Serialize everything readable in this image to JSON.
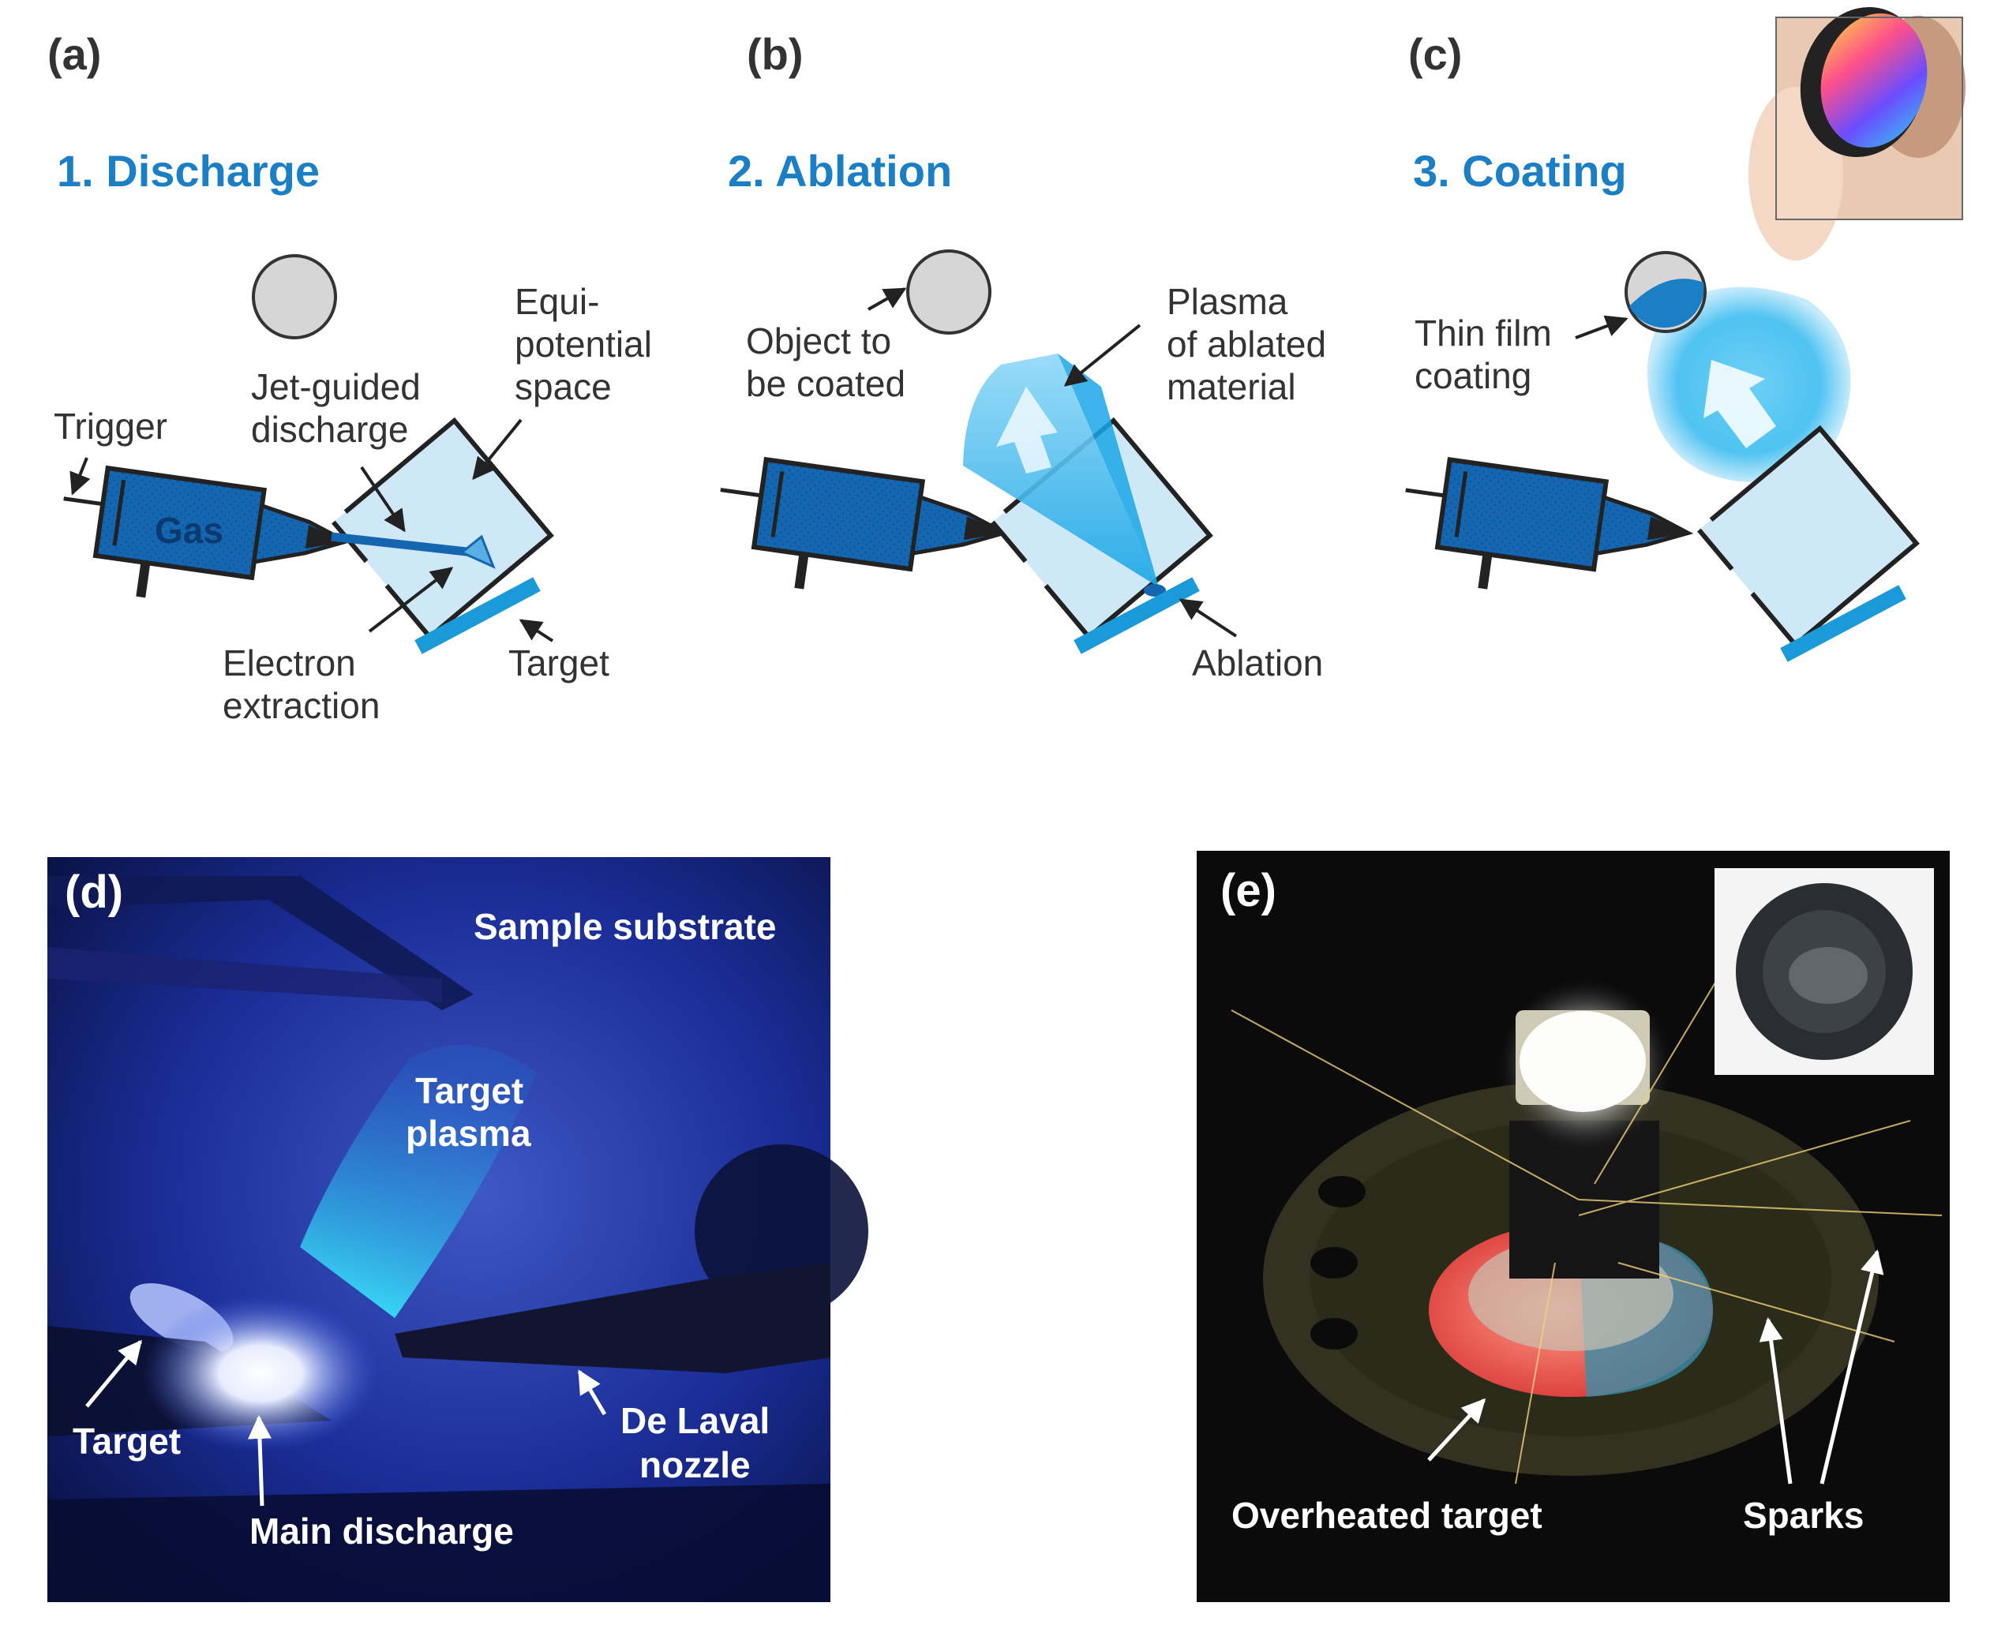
{
  "panels": {
    "a": {
      "letter": "(a)",
      "title": "1. Discharge",
      "labels": {
        "trigger": "Trigger",
        "gas": "Gas",
        "jet1": "Jet-guided",
        "jet2": "discharge",
        "equi1": "Equi-",
        "equi2": "potential",
        "equi3": "space",
        "electron1": "Electron",
        "electron2": "extraction",
        "target": "Target"
      }
    },
    "b": {
      "letter": "(b)",
      "title": "2. Ablation",
      "labels": {
        "object1": "Object to",
        "object2": "be coated",
        "plasma1": "Plasma",
        "plasma2": "of ablated",
        "plasma3": "material",
        "ablation": "Ablation"
      }
    },
    "c": {
      "letter": "(c)",
      "title": "3. Coating",
      "labels": {
        "thin1": "Thin film",
        "thin2": "coating"
      }
    },
    "d": {
      "letter": "(d)",
      "labels": {
        "sample": "Sample substrate",
        "tplasma1": "Target",
        "tplasma2": "plasma",
        "target": "Target",
        "main": "Main discharge",
        "laval1": "De Laval",
        "laval2": "nozzle"
      }
    },
    "e": {
      "letter": "(e)",
      "labels": {
        "overheated": "Overheated target",
        "sparks": "Sparks"
      }
    }
  },
  "colors": {
    "title_blue": "#1a7fc4",
    "gun_blue": "#1566b0",
    "chamber_fill": "#cfe8f8",
    "target_blue": "#1a9ad8",
    "plasma_cyan": "#2ab8ee"
  }
}
